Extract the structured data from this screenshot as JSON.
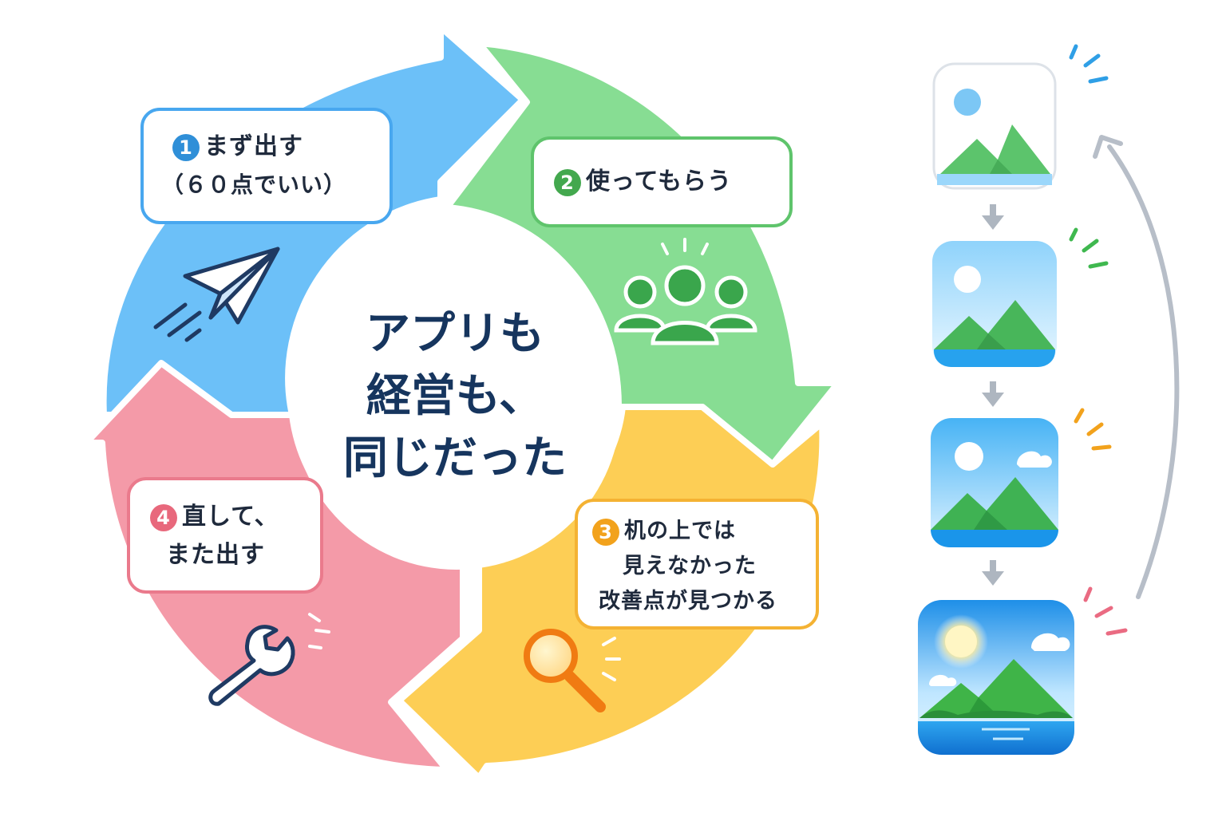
{
  "center": {
    "line1": "アプリも",
    "line2": "経営も、",
    "line3": "同じだった"
  },
  "steps": [
    {
      "number": "1",
      "line1": "まず出す",
      "line2": "（６０点でいい）",
      "color": "#2f8fd8",
      "icon": "paper-plane-icon"
    },
    {
      "number": "2",
      "line1": "使ってもらう",
      "color": "#43a84e",
      "icon": "users-group-icon"
    },
    {
      "number": "3",
      "line1": "机の上では",
      "line2": "見えなかった",
      "line3": "改善点が見つかる",
      "color": "#f2a21c",
      "icon": "magnifier-icon"
    },
    {
      "number": "4",
      "line1": "直して、",
      "line2": "また出す",
      "color": "#e8687c",
      "icon": "wrench-icon"
    }
  ],
  "colors": {
    "blue": "#6cc0f8",
    "green": "#87dd93",
    "yellow": "#fdce55",
    "pink": "#f49aa8",
    "arrow_gray": "#b7bec8",
    "title_navy": "#16355e"
  },
  "progression_icons": [
    "image-icon-stage-1",
    "image-icon-stage-2",
    "image-icon-stage-3",
    "image-icon-stage-4"
  ]
}
